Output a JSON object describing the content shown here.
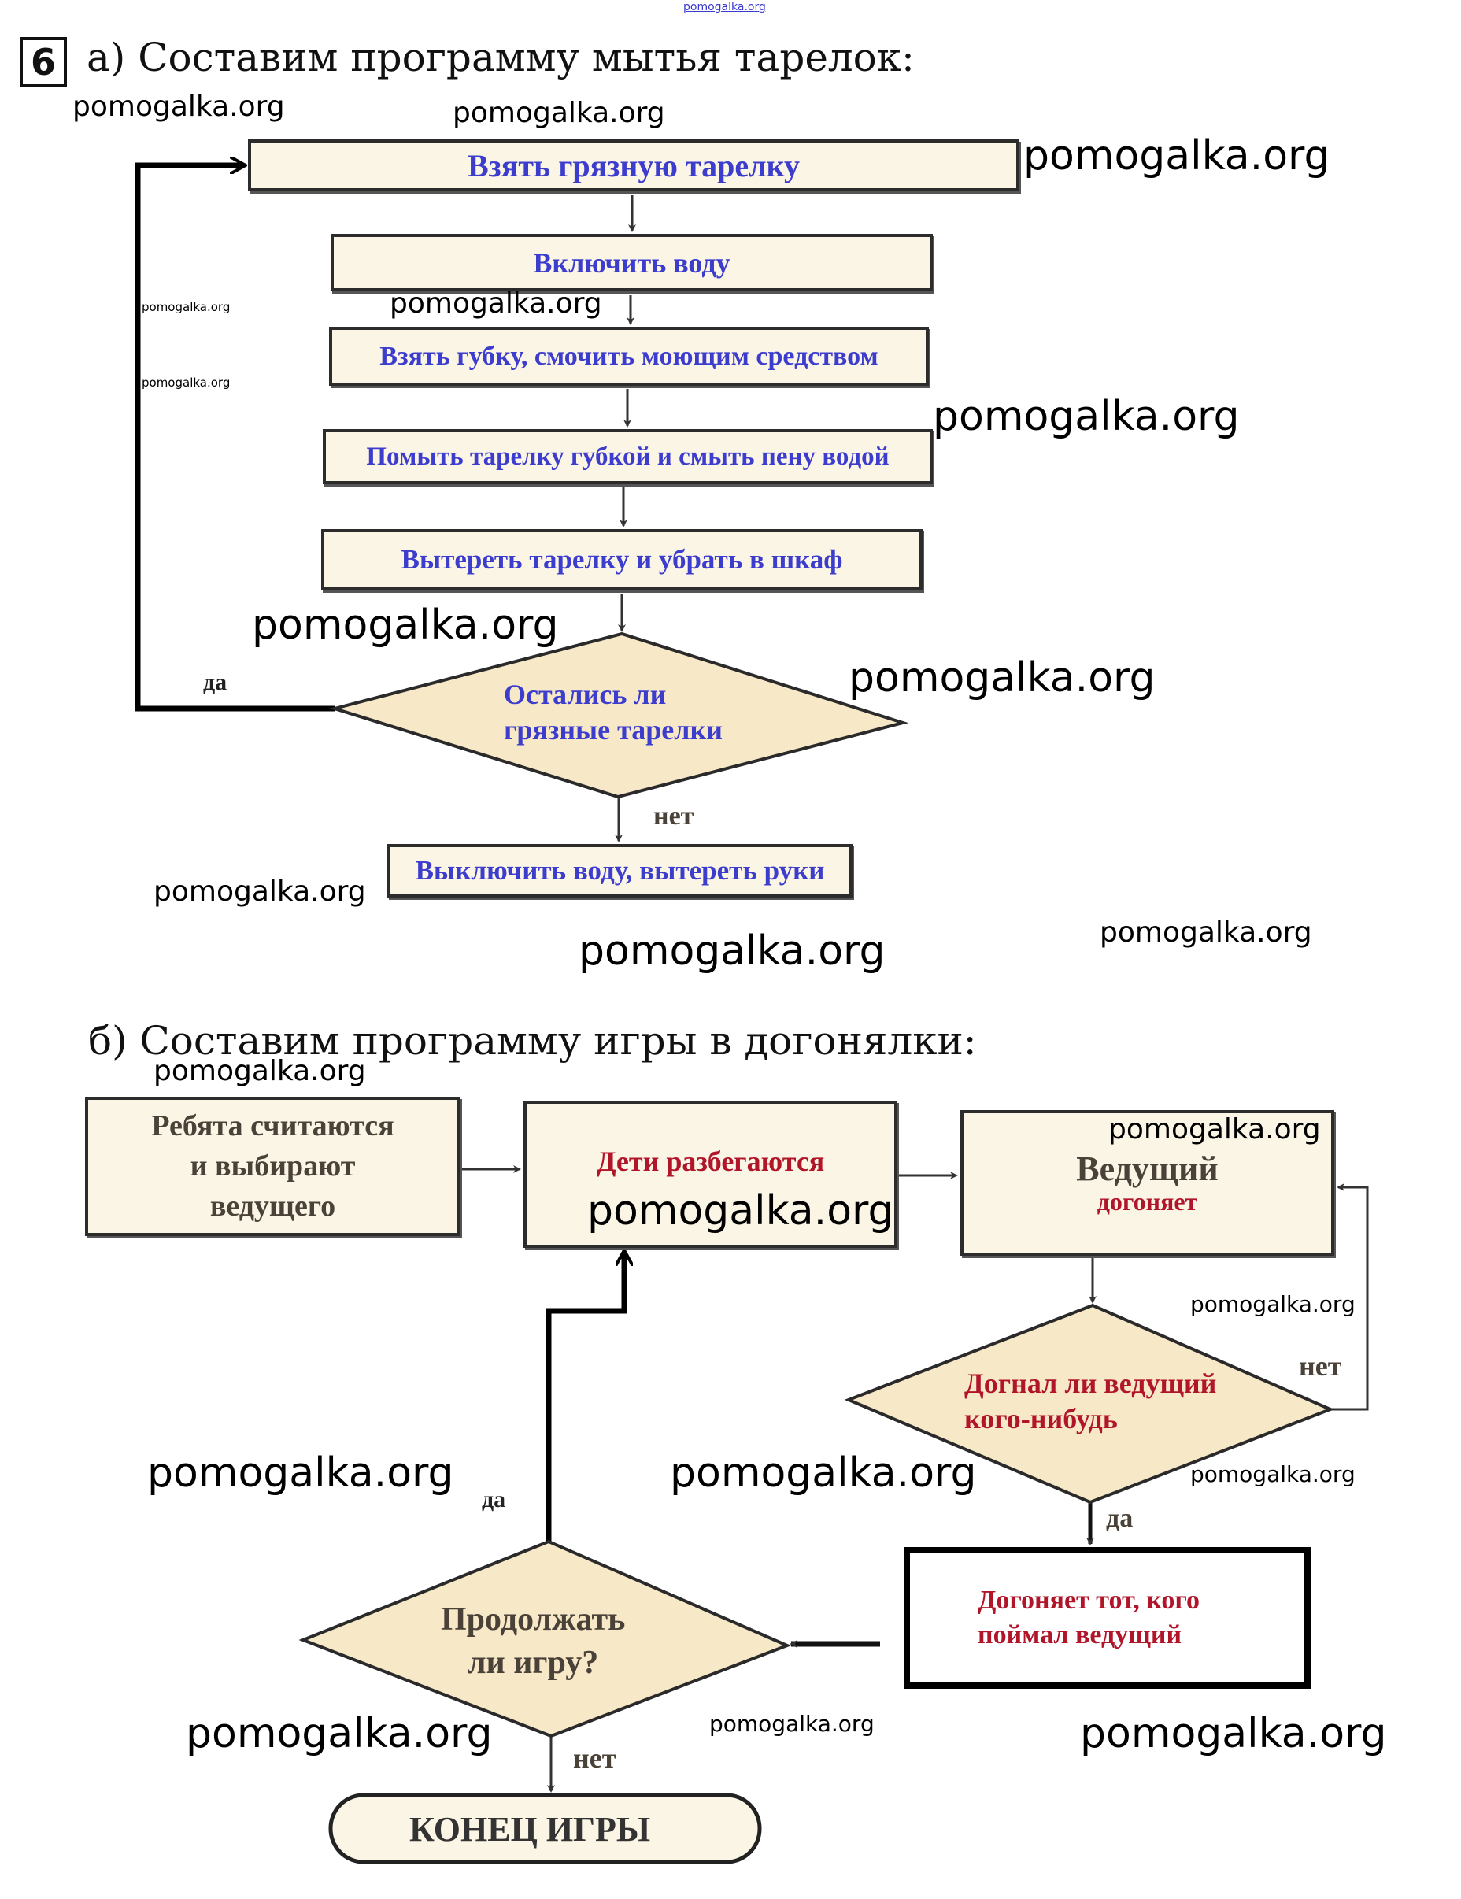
{
  "task_number": "6",
  "part_a": {
    "title": "а) Составим программу мытья тарелок:",
    "steps": [
      "Взять грязную  тарелку",
      "Включить воду",
      "Взять губку, смочить моющим средством",
      "Помыть тарелку губкой и смыть пену водой",
      "Вытереть тарелку и убрать в шкаф"
    ],
    "decision": {
      "line1": "Остались ли",
      "line2": "грязные тарелки"
    },
    "yes_label": "да",
    "no_label": "нет",
    "final_step": "Выключить воду, вытереть руки"
  },
  "part_b": {
    "title": "б) Составим программу игры в догонялки:",
    "box_count": {
      "line1": "Ребята считаются",
      "line2": "и выбирают",
      "line3": "ведущего"
    },
    "box_run": "Дети разбегаются",
    "box_chase": {
      "line1": "Ведущий",
      "line2": "догоняет"
    },
    "decision_caught": {
      "line1": "Догнал ли ведущий",
      "line2": "кого-нибудь"
    },
    "caught_no_label": "нет",
    "caught_yes_label": "да",
    "box_new_chaser": {
      "line1": "Догоняет тот, кого",
      "line2": "поймал ведущий"
    },
    "decision_continue": {
      "line1": "Продолжать",
      "line2": "ли игру?"
    },
    "continue_yes_label": "да",
    "continue_no_label": "нет",
    "end": "КОНЕЦ ИГРЫ"
  },
  "watermarks": {
    "text": "pomogalka.org",
    "top_small": "pomogalka.org"
  },
  "colors": {
    "text_blue": "#3c3ccd",
    "text_red": "#b0152a",
    "box_fill": "#fbf5e6",
    "diamond_fill": "#f7e8c8"
  }
}
